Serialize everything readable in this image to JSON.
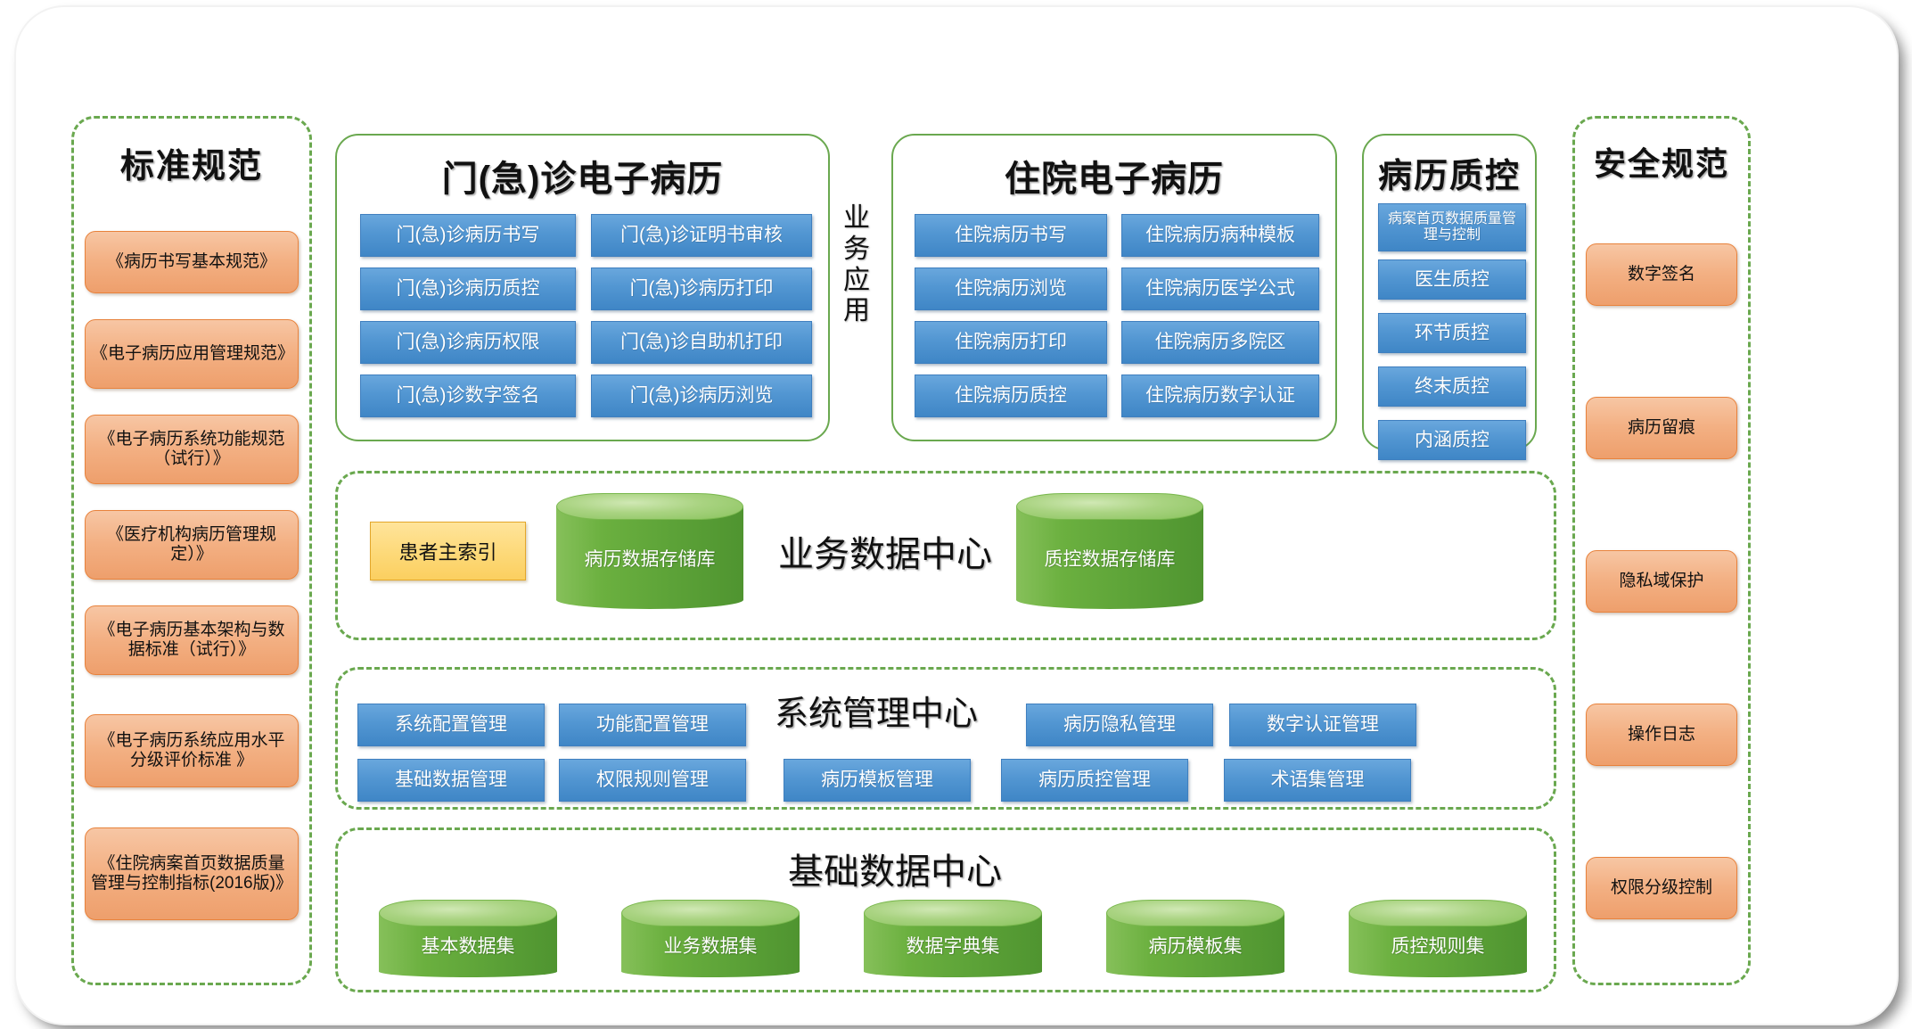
{
  "diagram": {
    "title_standards": "标准规范",
    "title_security": "安全规范",
    "title_outpatient": "门(急)诊电子病历",
    "title_inpatient": "住院电子病历",
    "title_qc": "病历质控",
    "label_business_app": "业务应用",
    "title_business_data_center": "业务数据中心",
    "title_system_mgmt_center": "系统管理中心",
    "title_basic_data_center": "基础数据中心",
    "accent_green": "#6aa84f",
    "accent_blue": "#4f8fcc",
    "accent_orange": "#ee9f6c",
    "accent_yellow": "#fdd978"
  },
  "standards": {
    "items": [
      "《病历书写基本规范》",
      "《电子病历应用管理规范》",
      "《电子病历系统功能规范（试行）》",
      "《医疗机构病历管理规定）》",
      "《电子病历基本架构与数据标准（试行）》",
      "《电子病历系统应用水平分级评价标准 》",
      "《住院病案首页数据质量管理与控制指标(2016版)》"
    ]
  },
  "security": {
    "items": [
      "数字签名",
      "病历留痕",
      "隐私域保护",
      "操作日志",
      "权限分级控制"
    ]
  },
  "outpatient": {
    "col_left": [
      "门(急)诊病历书写",
      "门(急)诊病历质控",
      "门(急)诊病历权限",
      "门(急)诊数字签名"
    ],
    "col_right": [
      "门(急)诊证明书审核",
      "门(急)诊病历打印",
      "门(急)诊自助机打印",
      "门(急)诊病历浏览"
    ]
  },
  "inpatient": {
    "col_left": [
      "住院病历书写",
      "住院病历浏览",
      "住院病历打印",
      "住院病历质控"
    ],
    "col_right": [
      "住院病历病种模板",
      "住院病历医学公式",
      "住院病历多院区",
      "住院病历数字认证"
    ]
  },
  "qc": {
    "items": [
      "病案首页数据质量管理与控制",
      "医生质控",
      "环节质控",
      "终末质控",
      "内涵质控"
    ]
  },
  "business_data_center": {
    "index_box": "患者主索引",
    "cylinders": [
      "病历数据存储库",
      "质控数据存储库"
    ]
  },
  "system_mgmt_center": {
    "row1": [
      "系统配置管理",
      "功能配置管理",
      "病历隐私管理",
      "数字认证管理"
    ],
    "row2": [
      "基础数据管理",
      "权限规则管理",
      "病历模板管理",
      "病历质控管理",
      "术语集管理"
    ]
  },
  "basic_data_center": {
    "cylinders": [
      "基本数据集",
      "业务数据集",
      "数据字典集",
      "病历模板集",
      "质控规则集"
    ]
  }
}
